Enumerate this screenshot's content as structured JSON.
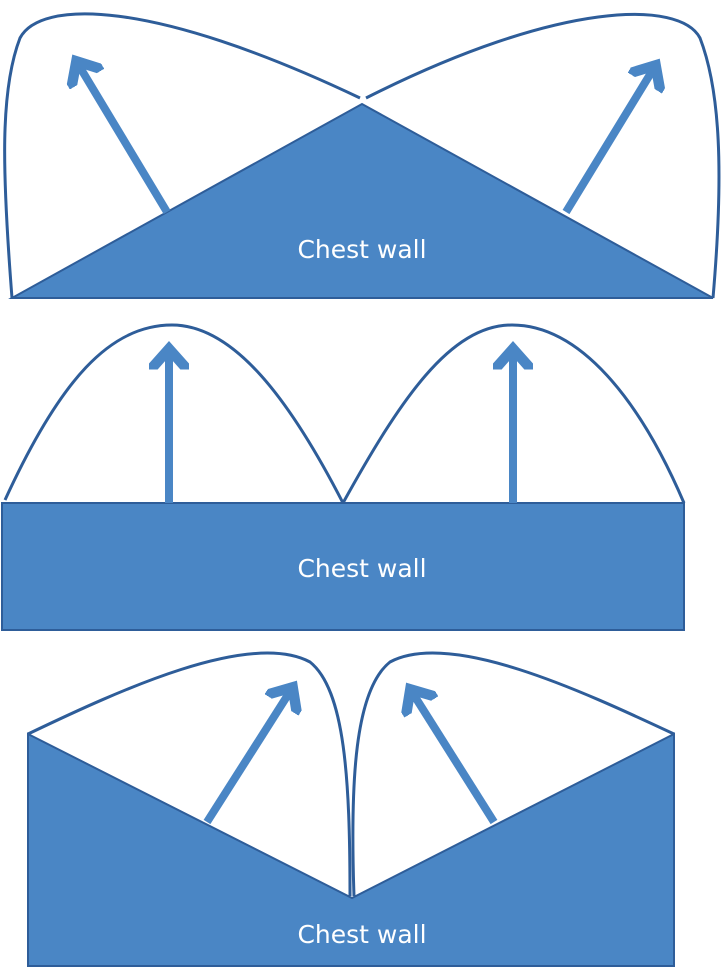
{
  "colors": {
    "fill": "#4a86c5",
    "stroke": "#2e5d99",
    "label": "#ffffff",
    "background": "#ffffff"
  },
  "panels": [
    {
      "label": "Chest wall",
      "shape": "triangle-peak",
      "arrows": 2
    },
    {
      "label": "Chest wall",
      "shape": "rectangle",
      "arrows": 2
    },
    {
      "label": "Chest wall",
      "shape": "v-notch",
      "arrows": 2
    }
  ]
}
